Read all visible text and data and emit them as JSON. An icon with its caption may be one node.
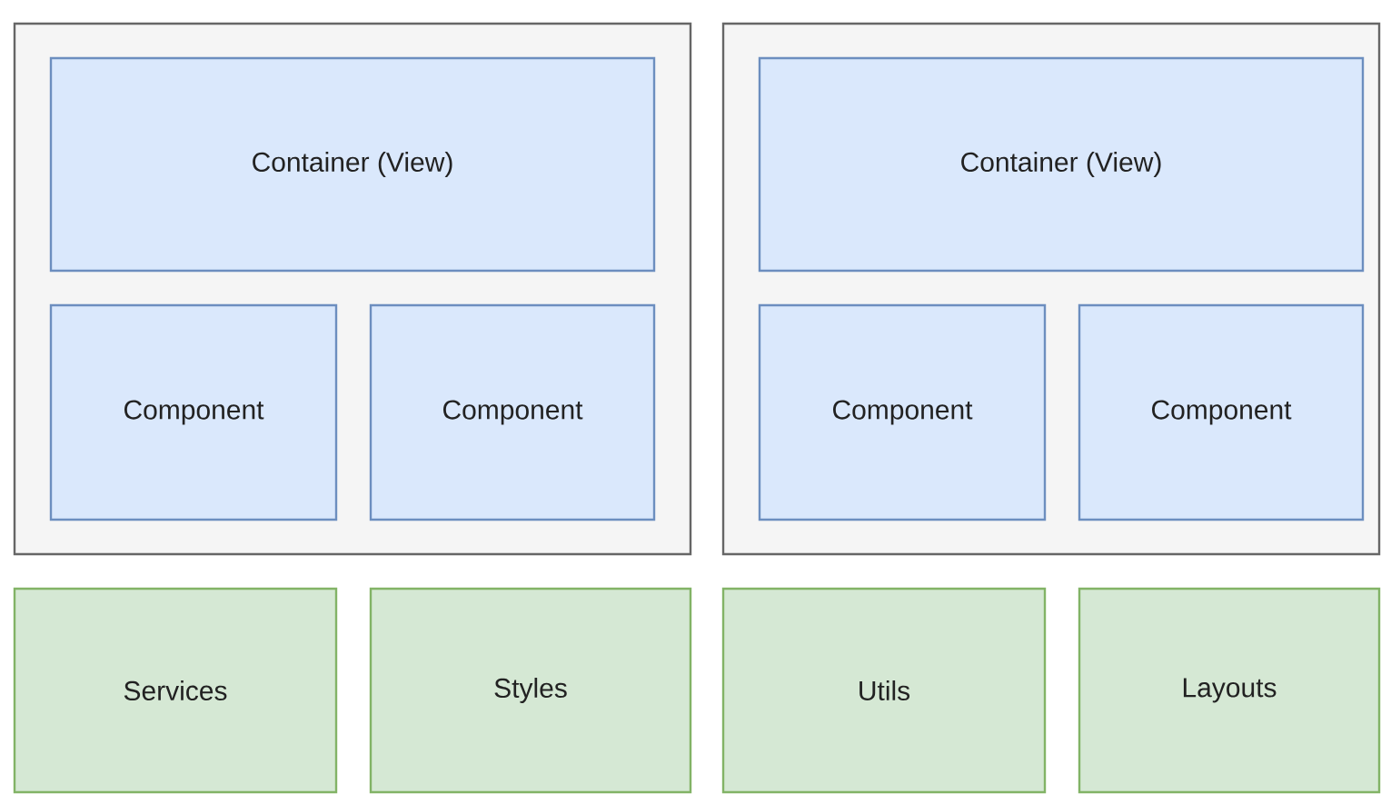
{
  "diagram": {
    "nodes": [
      {
        "text": [],
        "shape": "box"
      },
      {
        "text": [
          "Container (View)"
        ],
        "in": 0
      },
      {
        "text": [
          "Component"
        ],
        "in": 0
      },
      {
        "text": [
          "Component"
        ],
        "in": 0
      },
      {
        "text": [],
        "shape": "box"
      },
      {
        "text": [
          "Container (View)"
        ],
        "in": 4
      },
      {
        "text": [
          "Component"
        ],
        "in": 4
      },
      {
        "text": [
          "Component"
        ],
        "in": 4
      },
      {
        "text": [
          "Services"
        ]
      },
      {
        "text": [
          "Styles"
        ]
      },
      {
        "text": [
          "Utils"
        ]
      },
      {
        "text": [
          "Layouts"
        ]
      }
    ]
  }
}
